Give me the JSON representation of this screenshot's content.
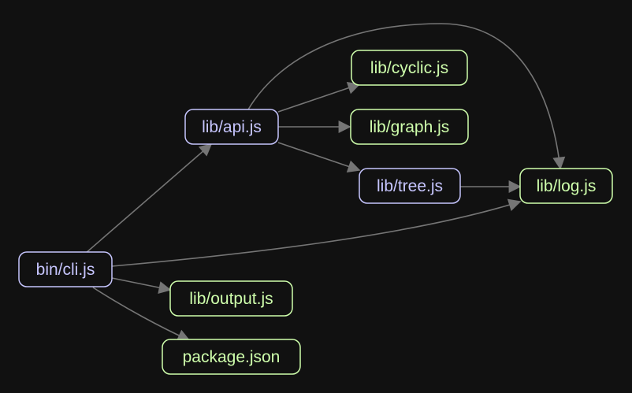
{
  "theme": {
    "background": "#111111",
    "edge_color": "#757575",
    "module_color": "#c6c5fe",
    "leaf_color": "#cfffac"
  },
  "graph": {
    "nodes": [
      {
        "id": "cli",
        "label": "bin/cli.js",
        "kind": "module"
      },
      {
        "id": "api",
        "label": "lib/api.js",
        "kind": "module"
      },
      {
        "id": "cyclic",
        "label": "lib/cyclic.js",
        "kind": "leaf"
      },
      {
        "id": "graph",
        "label": "lib/graph.js",
        "kind": "leaf"
      },
      {
        "id": "tree",
        "label": "lib/tree.js",
        "kind": "module"
      },
      {
        "id": "log",
        "label": "lib/log.js",
        "kind": "leaf"
      },
      {
        "id": "output",
        "label": "lib/output.js",
        "kind": "leaf"
      },
      {
        "id": "pkg",
        "label": "package.json",
        "kind": "leaf"
      }
    ],
    "edges": [
      {
        "from": "cli",
        "to": "api"
      },
      {
        "from": "cli",
        "to": "log"
      },
      {
        "from": "cli",
        "to": "output"
      },
      {
        "from": "cli",
        "to": "pkg"
      },
      {
        "from": "api",
        "to": "cyclic"
      },
      {
        "from": "api",
        "to": "graph"
      },
      {
        "from": "api",
        "to": "tree"
      },
      {
        "from": "api",
        "to": "log"
      },
      {
        "from": "tree",
        "to": "log"
      }
    ]
  }
}
